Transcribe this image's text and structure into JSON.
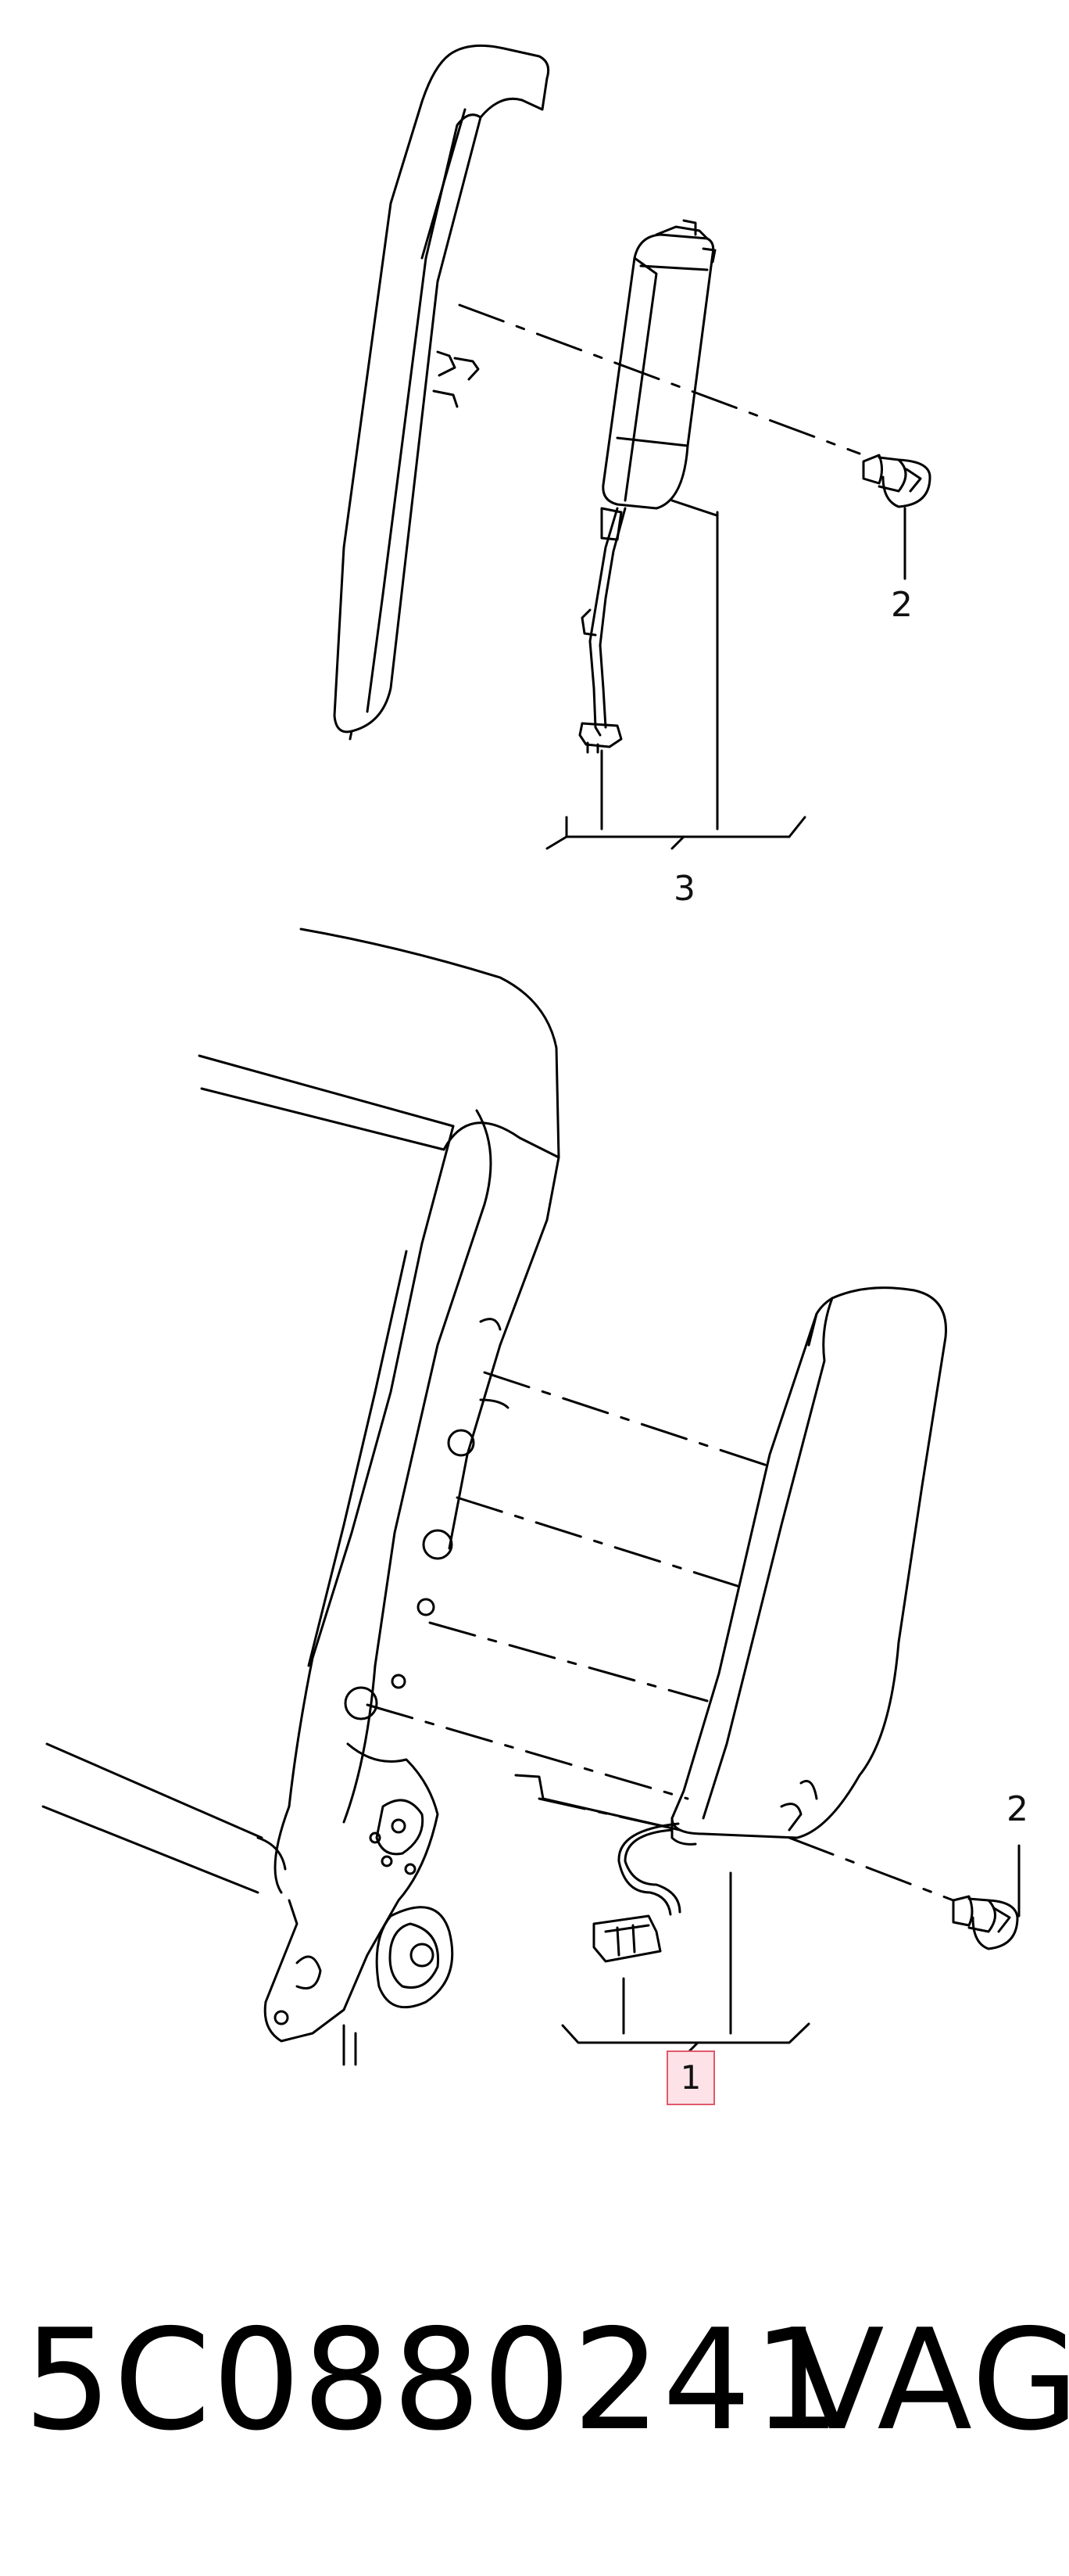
{
  "callouts": {
    "airbag_module_upper": "3",
    "screw_upper": "2",
    "screw_lower": "2",
    "side_airbag_lower": "1"
  },
  "highlight_color": "#fde3e7",
  "highlight_border_color": "#e05a6a",
  "footer": {
    "part_number": "5C0880241",
    "brand": "VAG"
  }
}
